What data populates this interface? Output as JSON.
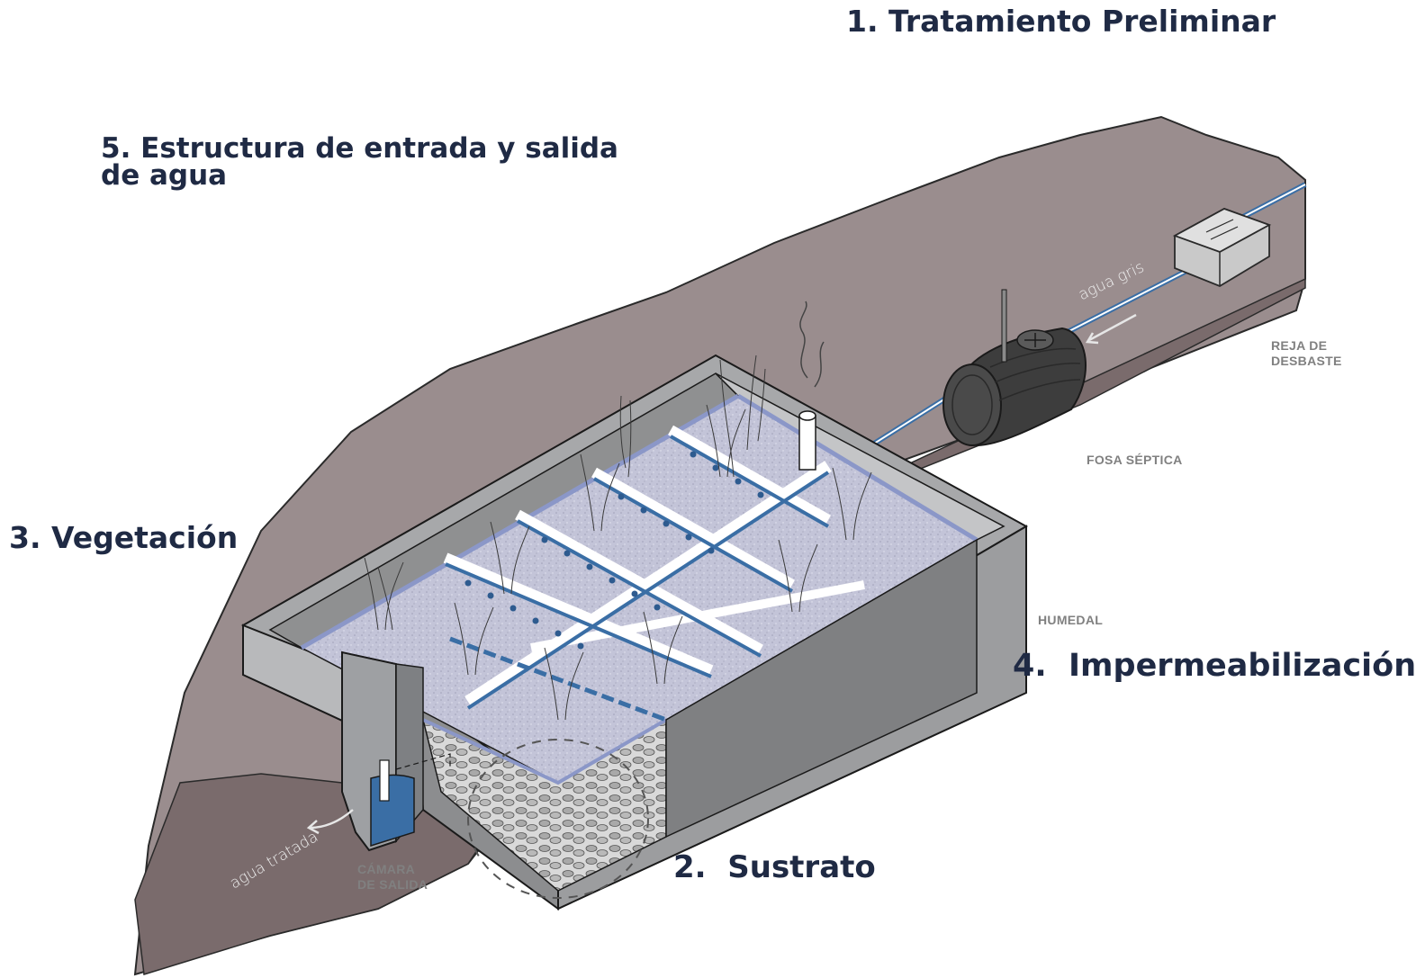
{
  "titles": {
    "preliminary": "1. Tratamiento Preliminar",
    "structure": "5. Estructura de entrada y salida de agua",
    "vegetation": "3. Vegetación",
    "waterproofing": "4.  Impermeabilización",
    "substrate": "2.  Sustrato"
  },
  "labels": {
    "screen": "REJA DE\nDESBASTE",
    "septic_tank": "FOSA SÉPTICA",
    "wetland": "HUMEDAL",
    "outlet_chamber": "CÁMARA\nDE SALIDA"
  },
  "flows": {
    "grey_water": "agua gris",
    "treated_water": "agua tratada"
  },
  "colors": {
    "terrain_top": "#9a8d8e",
    "terrain_side": "#7a6b6c",
    "concrete_light": "#b5b6b8",
    "concrete_dark": "#8b8c8e",
    "gravel_surface": "#c8c8da",
    "pipe": "#ffffff",
    "water_blue": "#3a6ea5",
    "title_text": "#1f2a44",
    "label_text": "#808080"
  }
}
